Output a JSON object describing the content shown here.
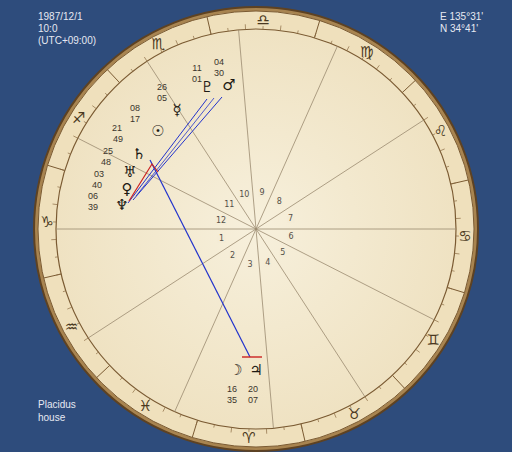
{
  "diagram": {
    "labels": [
      "1987/12/1",
      "10:0",
      "(UTC+09:00)",
      "E 135°31'",
      "N 34°41'",
      "Placidus house",
      "♈",
      "♉",
      "♊",
      "♋",
      "♌",
      "♍",
      "♎",
      "♏",
      "♐",
      "♑",
      "♒",
      "♓",
      "1",
      "2",
      "3",
      "4",
      "5",
      "6",
      "7",
      "8",
      "9",
      "10",
      "11",
      "12",
      "♆",
      "♀",
      "♅",
      "♄",
      "☉",
      "☿",
      "♇",
      "♂",
      "☽",
      "♃",
      "21",
      "49",
      "25",
      "48",
      "03",
      "40",
      "06",
      "39",
      "08",
      "17",
      "26",
      "05",
      "11",
      "01",
      "04",
      "30",
      "16",
      "35",
      "20",
      "07"
    ]
  }
}
